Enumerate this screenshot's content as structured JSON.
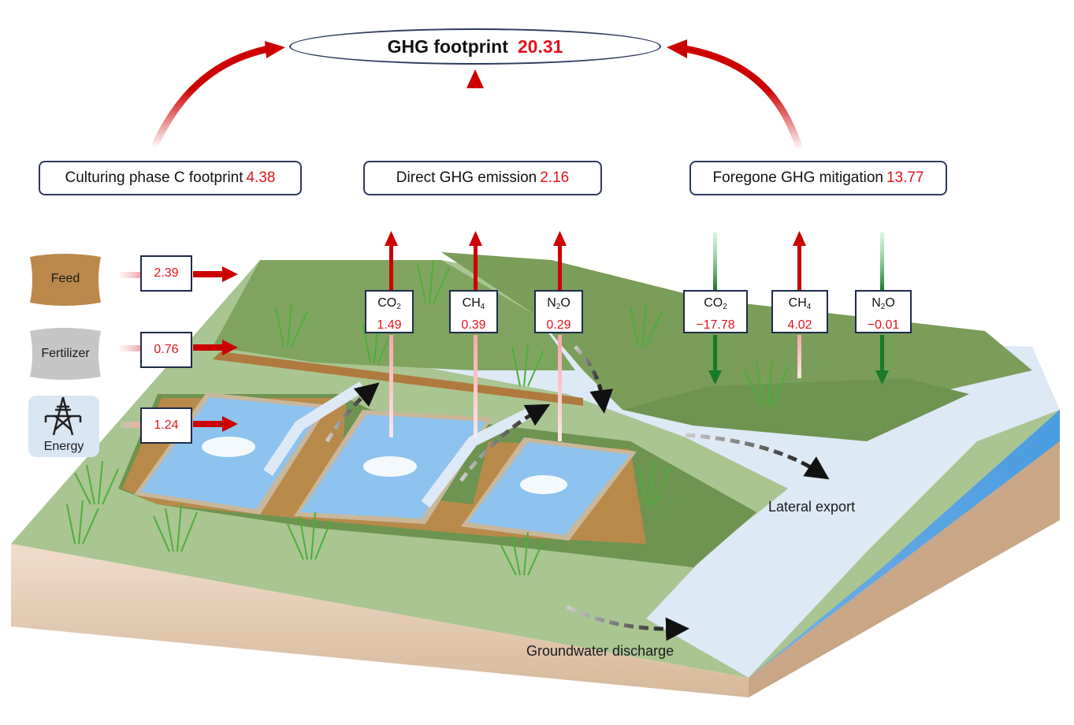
{
  "title": {
    "label": "GHG footprint",
    "value": "20.31"
  },
  "categories": [
    {
      "label": "Culturing phase C footprint",
      "value": "4.38"
    },
    {
      "label": "Direct GHG emission",
      "value": "2.16"
    },
    {
      "label": "Foregone GHG mitigation",
      "value": "13.77"
    }
  ],
  "inputs": [
    {
      "label": "Feed",
      "value": "2.39",
      "icon": "feed-bag-icon"
    },
    {
      "label": "Fertilizer",
      "value": "0.76",
      "icon": "fertilizer-bag-icon"
    },
    {
      "label": "Energy",
      "value": "1.24",
      "icon": "power-tower-icon"
    }
  ],
  "direct_gases": [
    {
      "gas": "CO",
      "sub": "2",
      "suffix": "",
      "value": "1.49",
      "direction": "up"
    },
    {
      "gas": "CH",
      "sub": "4",
      "suffix": "",
      "value": "0.39",
      "direction": "up"
    },
    {
      "gas": "N",
      "sub": "2",
      "suffix": "O",
      "value": "0.29",
      "direction": "up"
    }
  ],
  "foregone_gases": [
    {
      "gas": "CO",
      "sub": "2",
      "suffix": "",
      "value": "−17.78",
      "direction": "down"
    },
    {
      "gas": "CH",
      "sub": "4",
      "suffix": "",
      "value": "4.02",
      "direction": "up"
    },
    {
      "gas": "N",
      "sub": "2",
      "suffix": "O",
      "value": "−0.01",
      "direction": "down"
    }
  ],
  "captions": {
    "lateral": "Lateral export",
    "groundwater": "Groundwater discharge"
  },
  "colors": {
    "emission": "#cc0000",
    "uptake": "#1a7a2a",
    "value_text": "#e3131b",
    "box_border": "#2e3a5c"
  }
}
